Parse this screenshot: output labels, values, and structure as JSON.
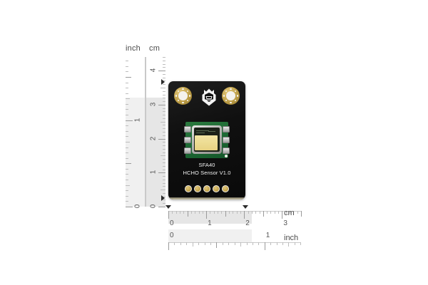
{
  "product": {
    "board_label_line1": "SFA40",
    "board_label_line2": "HCHO Sensor V1.0",
    "logo_name": "dfrobot-shield-logo",
    "board_color": "#0d0d0d",
    "pad_gold": "#c1a24a",
    "sensor_green": "#1e6c35",
    "sense_pad_color": "#ecd98c",
    "pad_count": 5,
    "mounting_hole_count": 2,
    "sensor_side_pads_per_side": 3
  },
  "vertical_ruler": {
    "inch_label": "inch",
    "cm_label": "cm",
    "inch_ticks": [
      {
        "value": "0",
        "show_number": true
      },
      {
        "value": "1",
        "show_number": true
      }
    ],
    "cm_ticks": [
      {
        "value": "0",
        "show_number": true
      },
      {
        "value": "1",
        "show_number": true
      },
      {
        "value": "2",
        "show_number": true
      },
      {
        "value": "3",
        "show_number": true
      },
      {
        "value": "4",
        "show_number": true
      }
    ],
    "cm_max": 4.4,
    "inch_max": 1.73,
    "highlight_cm": 3.2,
    "highlight_inch": 1.26
  },
  "horizontal_ruler_cm": {
    "unit_label": "cm",
    "ticks": [
      {
        "value": "0"
      },
      {
        "value": "1"
      },
      {
        "value": "2"
      },
      {
        "value": "3"
      }
    ],
    "max": 3.5,
    "highlight_to": 2.2
  },
  "horizontal_ruler_inch": {
    "unit_label": "inch",
    "ticks": [
      {
        "value": "0"
      },
      {
        "value": "1"
      }
    ],
    "max": 1.38,
    "highlight_to": 0.87
  },
  "markers": {
    "top_left": "board-top-edge-marker",
    "bottom_left": "board-bottom-edge-marker",
    "ruler_start": "board-left-edge-marker",
    "ruler_end": "board-right-edge-marker"
  },
  "colors": {
    "tick_major": "#9a9a9a",
    "tick_minor": "#bdbdbd",
    "band": "#e6e6e6",
    "band_light": "#f0f0f0",
    "text": "#4a4a4a",
    "marker": "#2b2b2b"
  }
}
